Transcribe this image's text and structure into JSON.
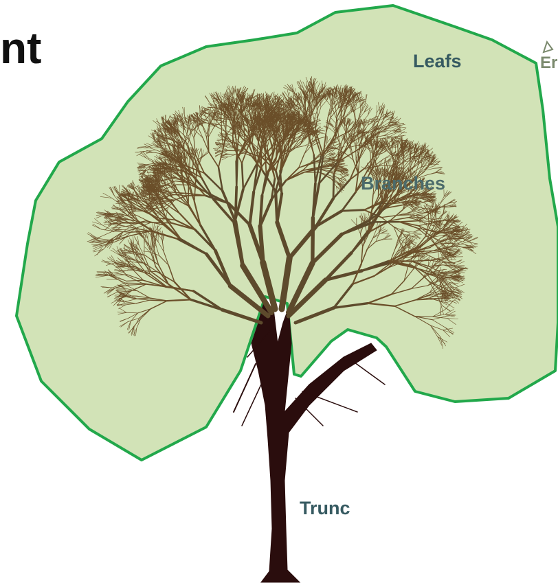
{
  "heading_fragment": "nt",
  "labels": {
    "leafs": "Leafs",
    "branches": "Branches",
    "trunc": "Trunc",
    "cut_off": "Er"
  },
  "colors": {
    "canopy_fill": "#d2e3b7",
    "canopy_stroke": "#22a84b",
    "branch": "#6b4f2a",
    "branch_dark": "#5d4a2c",
    "trunk": "#2a0d0d",
    "label": "#365a61"
  }
}
